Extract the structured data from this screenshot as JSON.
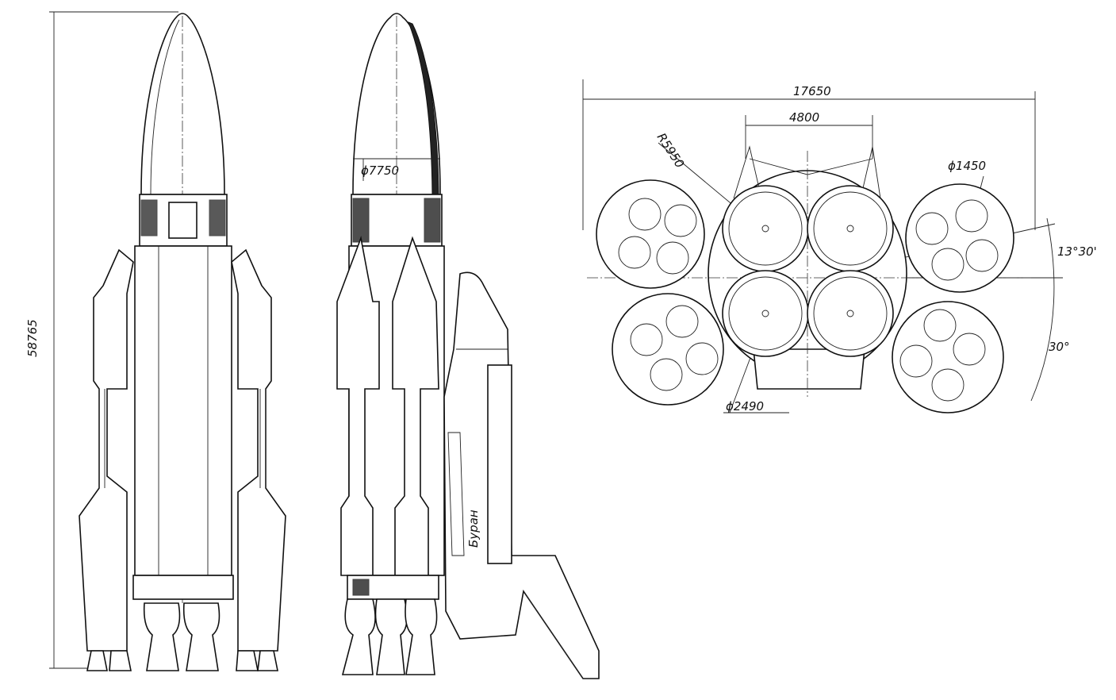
{
  "title": "Energia-Buran launch system general arrangement drawing",
  "dimensions": {
    "overall_height": "58765",
    "core_diameter": "ϕ7750",
    "overall_width": "17650",
    "core_engine_spacing": "4800",
    "radius": "R5950",
    "booster_engine_diameter": "ϕ1450",
    "angle_small": "13°30'",
    "angle_large": "30°",
    "core_engine_diameter": "ϕ2490"
  },
  "orbiter_name": "Буран"
}
